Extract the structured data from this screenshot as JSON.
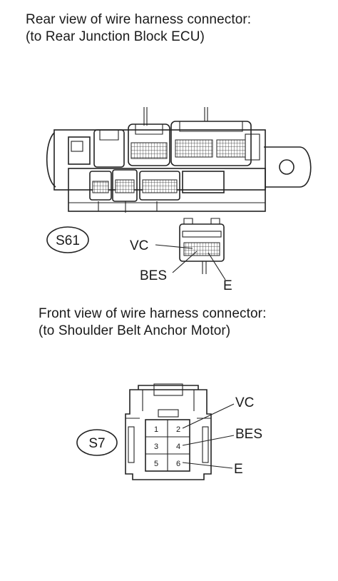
{
  "top_caption": {
    "line1": "Rear view of wire harness connector:",
    "line2": "(to Rear Junction Block ECU)"
  },
  "bottom_caption": {
    "line1": "Front view of wire harness connector:",
    "line2": "(to Shoulder Belt Anchor Motor)"
  },
  "connector_s61": {
    "code": "S61",
    "terminals": [
      "VC",
      "BES",
      "E"
    ]
  },
  "connector_s7": {
    "code": "S7",
    "pins": [
      "1",
      "2",
      "3",
      "4",
      "5",
      "6"
    ],
    "terminals": [
      "VC",
      "BES",
      "E"
    ]
  }
}
